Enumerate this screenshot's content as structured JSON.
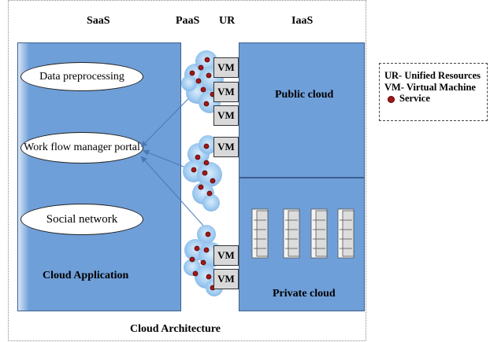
{
  "headers": {
    "saas": "SaaS",
    "paas": "PaaS",
    "ur": "UR",
    "iaas": "IaaS"
  },
  "saas": {
    "items": [
      "Data preprocessing",
      "Work flow manager portal",
      "Social network"
    ],
    "label": "Cloud Application"
  },
  "iaas": {
    "public_label": "Public cloud",
    "private_label": "Private cloud"
  },
  "vm_label": "VM",
  "footer": "Cloud Architecture",
  "legend": {
    "line1": "UR- Unified Resources",
    "line2": "VM- Virtual Machine",
    "line3": "Service"
  },
  "colors": {
    "box_fill": "#6f9fd8",
    "cloud_fill": "#9cc8ef",
    "service_dot": "#a01818",
    "vm_fill": "#d9d9d9"
  }
}
